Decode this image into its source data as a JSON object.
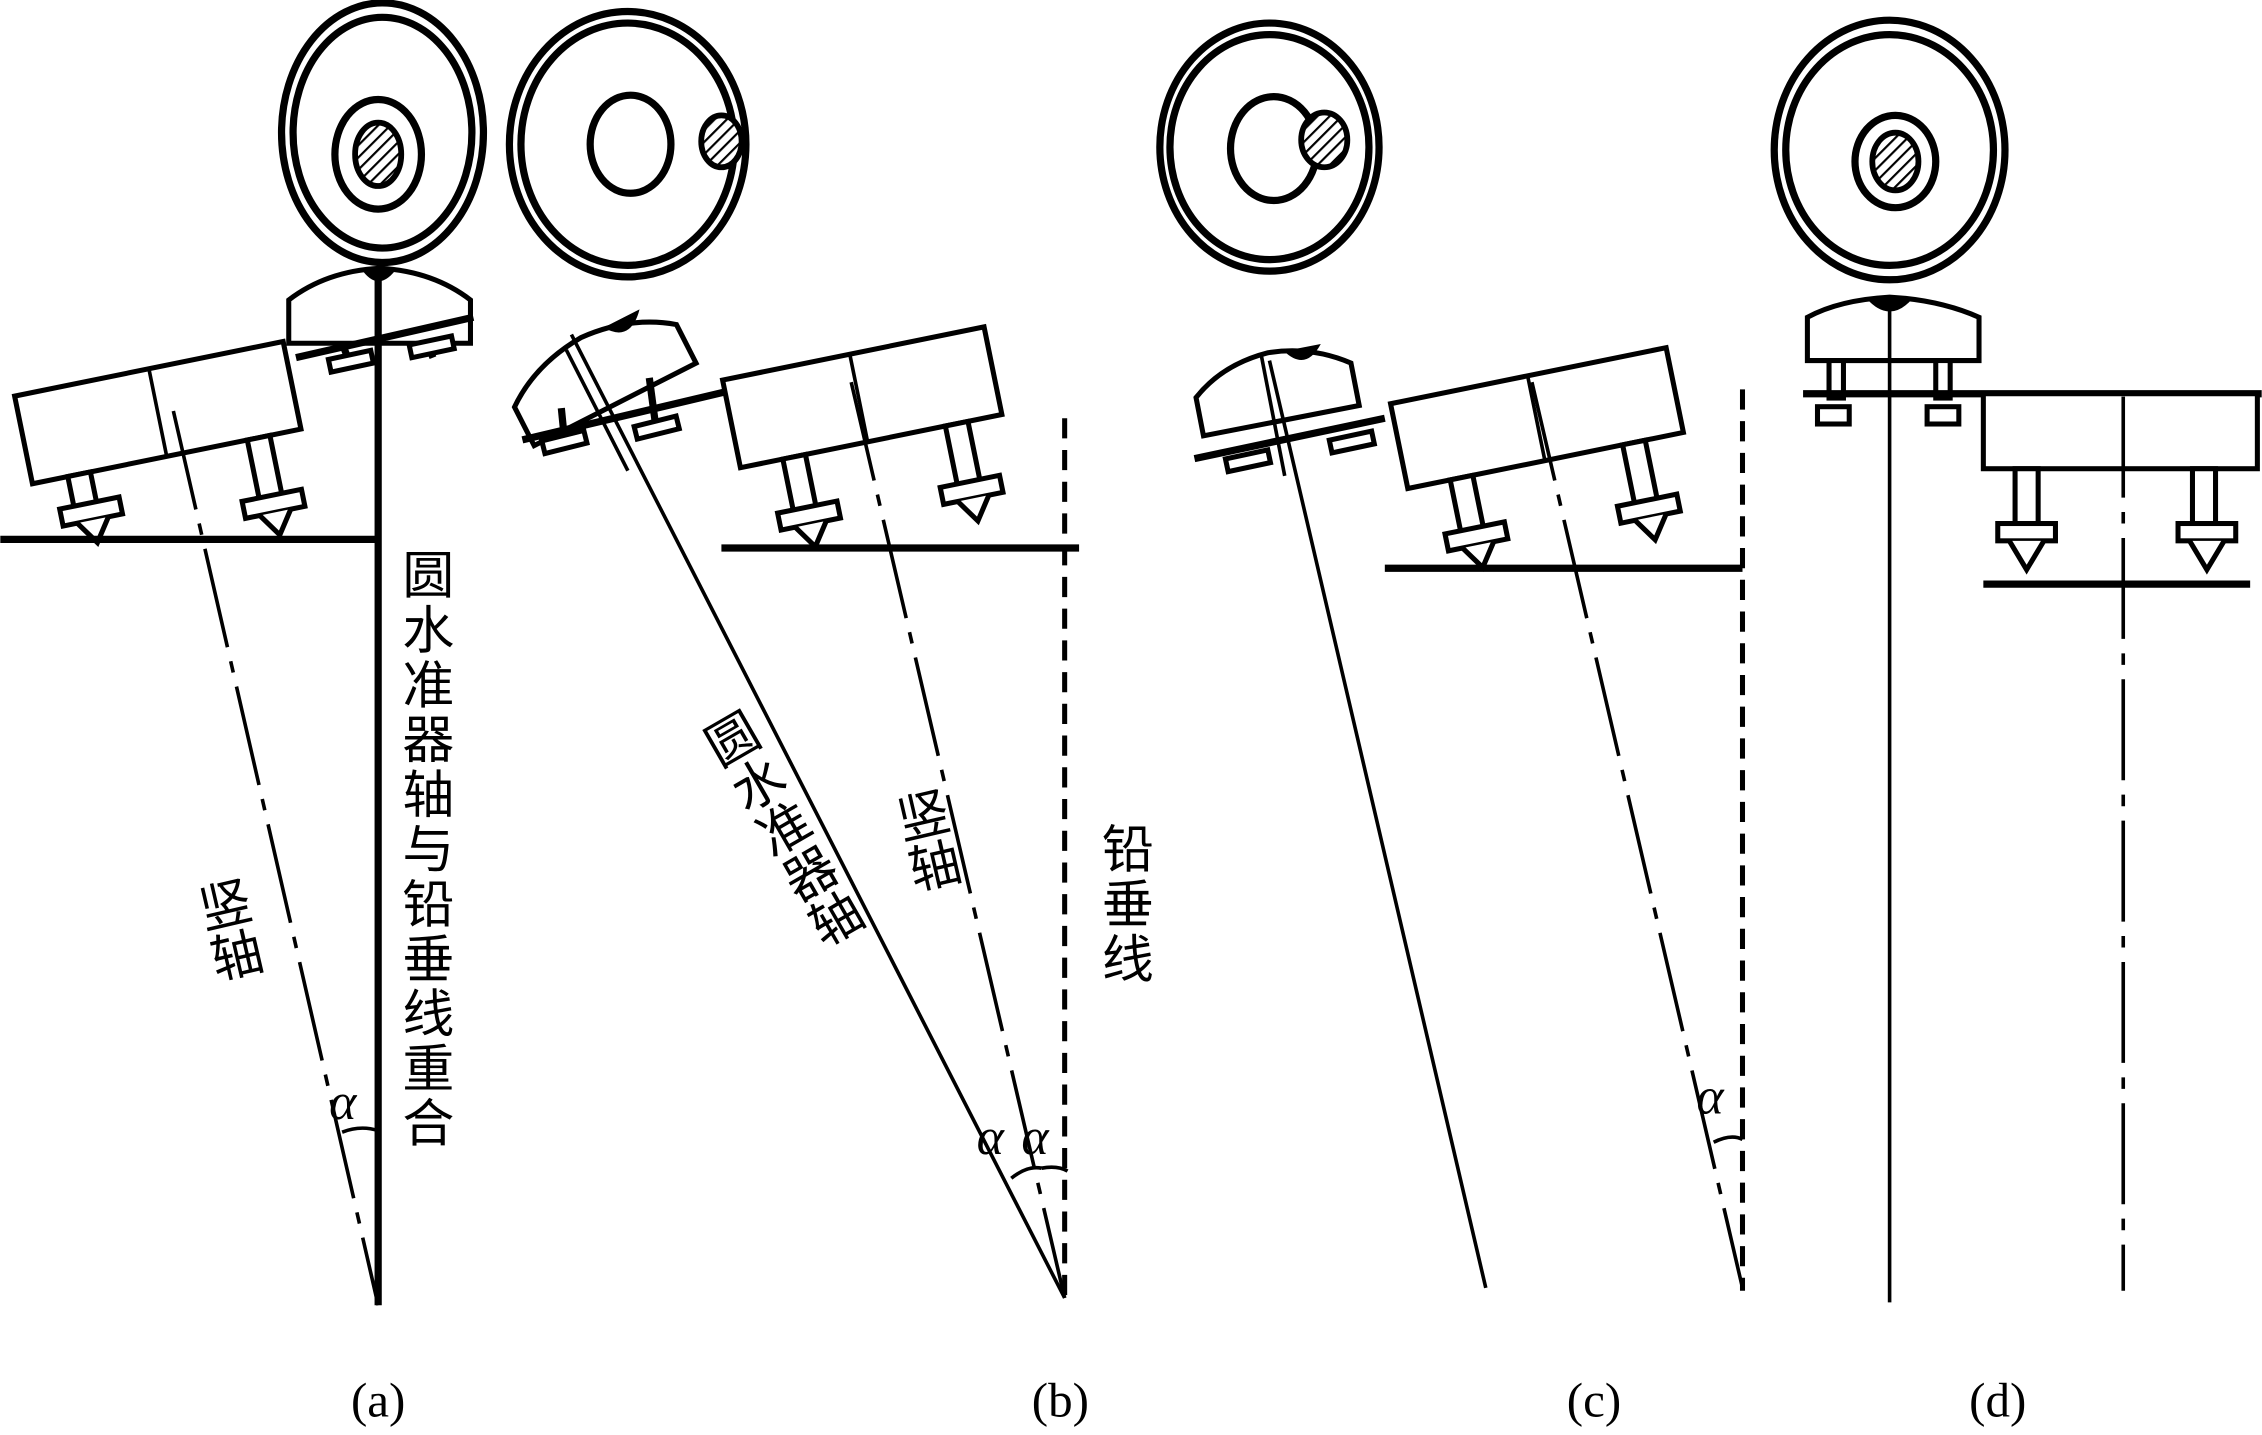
{
  "figure": {
    "panels": [
      {
        "id": "a",
        "caption": "(a)",
        "bubble_state": "centered",
        "labels": {
          "vertical_axis": "竖轴",
          "coincide_note": "圆水准器轴与铅垂线重合",
          "angle": "α"
        }
      },
      {
        "id": "b",
        "caption": "(b)",
        "bubble_state": "offset-edge",
        "labels": {
          "level_axis": "圆水准器轴",
          "vertical_axis": "竖轴",
          "plumb_line": "铅垂线",
          "angle_left": "α",
          "angle_right": "α"
        }
      },
      {
        "id": "c",
        "caption": "(c)",
        "bubble_state": "offset-half",
        "labels": {
          "angle": "α"
        }
      },
      {
        "id": "d",
        "caption": "(d)",
        "bubble_state": "centered",
        "labels": {}
      }
    ]
  }
}
